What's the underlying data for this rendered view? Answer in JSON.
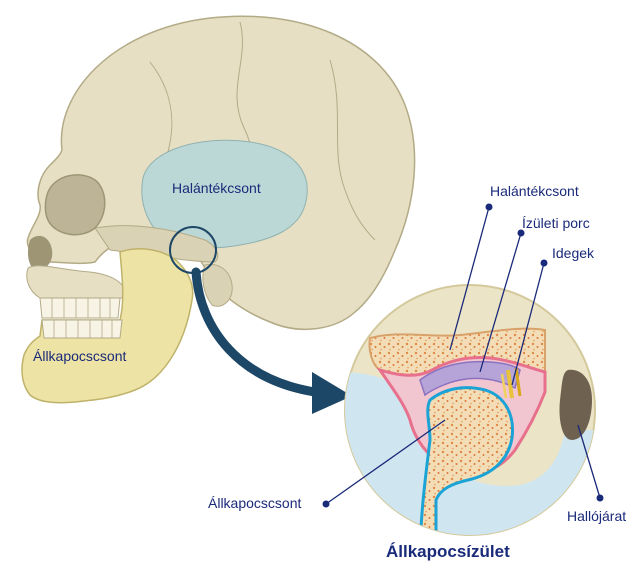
{
  "labels": {
    "temporal_bone_skull": "Halántékcsont",
    "mandible_skull": "Állkapocscsont",
    "temporal_bone_detail": "Halántékcsont",
    "articular_cartilage": "Ízületi porc",
    "nerves": "Idegek",
    "mandible_detail": "Állkapocscsont",
    "ear_canal": "Hallójárat",
    "title": "Állkapocsízület"
  },
  "colors": {
    "bone": "#e6dfc4",
    "temporal_region": "#bcd8d6",
    "mandible": "#ede3a4",
    "detail_background": "#ece4c6",
    "soft_tissue": "#cfe6f0",
    "cartilage": "#b6a4d8",
    "synovial": "#e7708c",
    "nerve": "#e8c23a",
    "marrow": "#e69a5a",
    "label_text": "#1a2a7a",
    "arrow": "#1d4766"
  }
}
